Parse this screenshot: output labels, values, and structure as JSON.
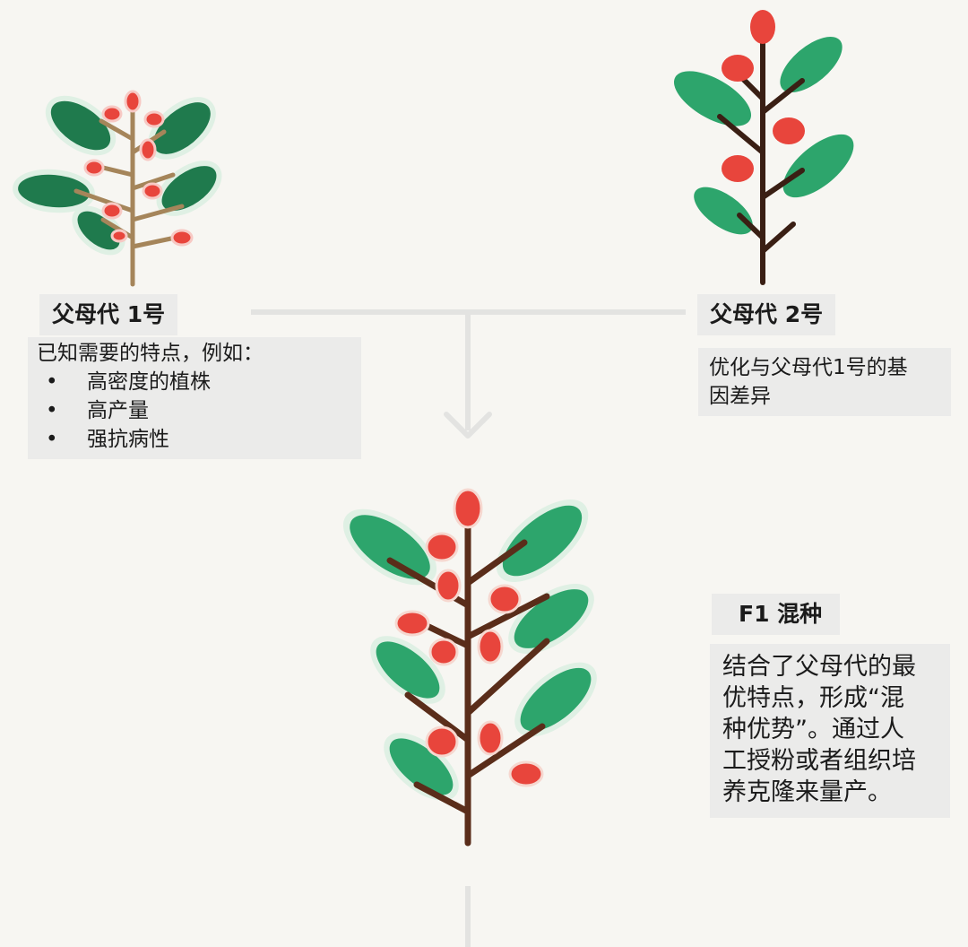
{
  "parent1": {
    "label": "父母代 1号",
    "intro": "已知需要的特点，例如：",
    "bullet": "•",
    "traits": [
      "高密度的植株",
      "高产量",
      "强抗病性"
    ]
  },
  "parent2": {
    "label": "父母代 2号",
    "desc_line1": "优化与父母代1号的基",
    "desc_line2": "因差异"
  },
  "f1": {
    "label": "F1 混种",
    "desc_lines": [
      "结合了父母代的最",
      "优特点，形成“混",
      "种优势”。通过人",
      "工授粉或者组织培",
      "养克隆来量产。"
    ]
  },
  "colors": {
    "background": "#f7f6f2",
    "leaf_dark": "#1f7a4d",
    "leaf_medium": "#2da56c",
    "berry_red": "#e8453c",
    "stem_brown": "#5a2d1a",
    "stem_tan": "#a5855a",
    "connector_gray": "#e3e3e1"
  },
  "icons": [
    "plant-parent-1-icon",
    "plant-parent-2-icon",
    "plant-f1-hybrid-icon",
    "down-arrow-icon"
  ]
}
